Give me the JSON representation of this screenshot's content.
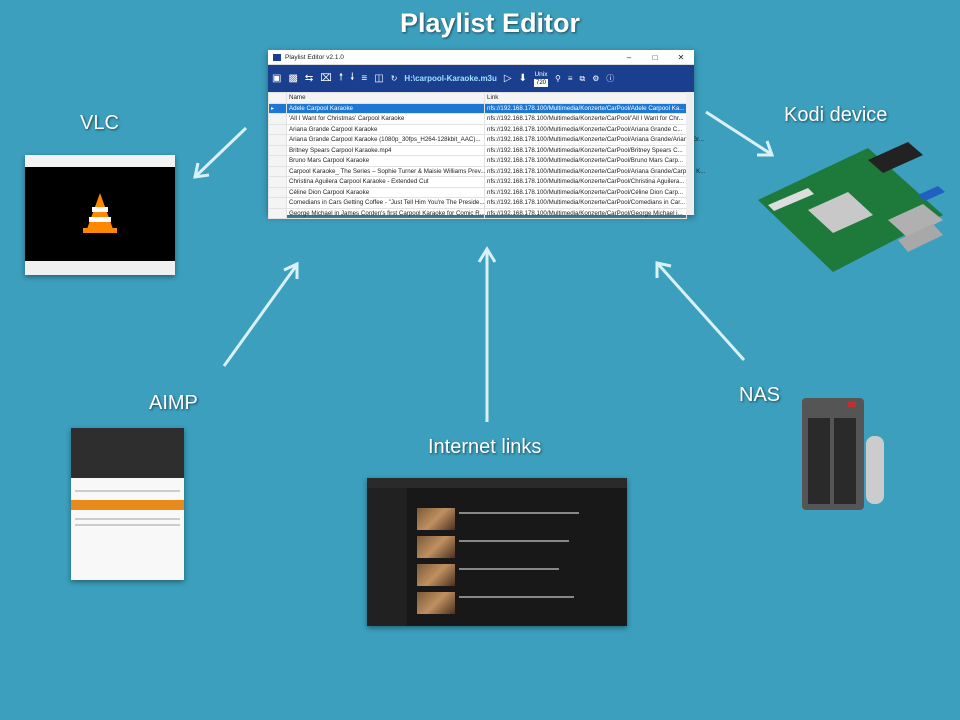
{
  "title": "Playlist Editor",
  "labels": {
    "vlc": "VLC",
    "kodi": "Kodi device",
    "aimp": "AIMP",
    "internet": "Internet links",
    "nas": "NAS"
  },
  "editor": {
    "window_title": "Playlist Editor v2.1.0",
    "file": "H:\\carpool-Karaoke.m3u",
    "unix_label": "Unix",
    "resolution": "720",
    "columns": [
      "Name",
      "Link"
    ],
    "rows": [
      {
        "name": "Adele Carpool Karaoke",
        "link": "nfs://192.168.178.100/Multimedia/Konzerte/CarPool/Adele Carpool Ka...",
        "selected": true
      },
      {
        "name": "'All I Want for Christmas' Carpool Karaoke",
        "link": "nfs://192.168.178.100/Multimedia/Konzerte/CarPool/'All I Want for Chr..."
      },
      {
        "name": "Ariana Grande Carpool Karaoke",
        "link": "nfs://192.168.178.100/Multimedia/Konzerte/CarPool/Ariana Grande C..."
      },
      {
        "name": "Ariana Grande Carpool Karaoke (1080p_30fps_H264-128kbit_AAC)...",
        "link": "nfs://192.168.178.100/Multimedia/Konzerte/CarPool/Ariana Grande/Ariana Gr..."
      },
      {
        "name": "Britney Spears Carpool Karaoke.mp4",
        "link": "nfs://192.168.178.100/Multimedia/Konzerte/CarPool/Britney Spears C..."
      },
      {
        "name": "Bruno Mars Carpool Karaoke",
        "link": "nfs://192.168.178.100/Multimedia/Konzerte/CarPool/Bruno Mars Carp..."
      },
      {
        "name": "Carpool Karaoke_ The Series – Sophie Turner & Maisie Williams Prev...",
        "link": "nfs://192.168.178.100/Multimedia/Konzerte/CarPool/Ariana Grande/Carpool K..."
      },
      {
        "name": "Christina Aguilera Carpool Karaoke - Extended Cut",
        "link": "nfs://192.168.178.100/Multimedia/Konzerte/CarPool/Christina Aguilera..."
      },
      {
        "name": "Céline Dion Carpool Karaoke",
        "link": "nfs://192.168.178.100/Multimedia/Konzerte/CarPool/Céline Dion Carp..."
      },
      {
        "name": "Comedians in Cars Getting Coffee - \"Just Tell Him You're The Preside...",
        "link": "nfs://192.168.178.100/Multimedia/Konzerte/CarPool/Comedians in Car..."
      },
      {
        "name": "George Michael in James Corden's first Carpool Karaoke for Comic R...",
        "link": "nfs://192.168.178.100/Multimedia/Konzerte/CarPool/George Michael i..."
      }
    ]
  },
  "colors": {
    "background": "#3b9fbd",
    "toolbar": "#1a3f8f",
    "selected_row": "#1e78d2"
  }
}
